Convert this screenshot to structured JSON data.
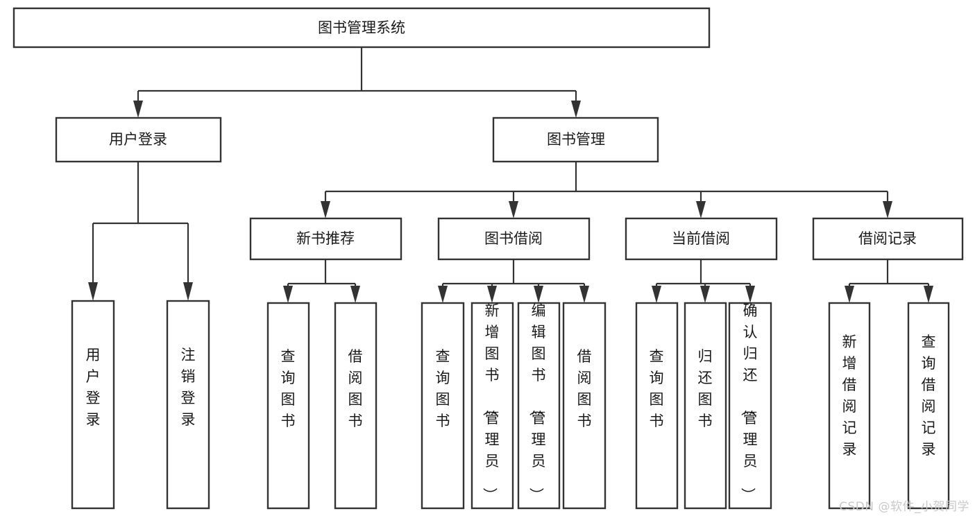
{
  "diagram": {
    "type": "tree",
    "title": "图书管理系统",
    "watermark": "CSDN @软件_小贺同学",
    "colors": {
      "stroke": "#333333",
      "fill": "#ffffff",
      "text": "#1a1a1a",
      "watermark": "#c9c9c9",
      "background": "#ffffff"
    },
    "nodes": {
      "root": {
        "label": "图书管理系统"
      },
      "level2": [
        {
          "id": "user-login",
          "label": "用户登录"
        },
        {
          "id": "book-manage",
          "label": "图书管理"
        }
      ],
      "level3": [
        {
          "id": "new-book-recommend",
          "label": "新书推荐"
        },
        {
          "id": "book-borrow",
          "label": "图书借阅"
        },
        {
          "id": "current-borrow",
          "label": "当前借阅"
        },
        {
          "id": "borrow-record",
          "label": "借阅记录"
        }
      ],
      "leaves": {
        "user_login": [
          {
            "id": "leaf-user-login",
            "label": "用户登录"
          },
          {
            "id": "leaf-logout-login",
            "label": "注销登录"
          }
        ],
        "new_book_recommend": [
          {
            "id": "leaf-query-book-1",
            "label": "查询图书"
          },
          {
            "id": "leaf-borrow-book-1",
            "label": "借阅图书"
          }
        ],
        "book_borrow": [
          {
            "id": "leaf-query-book-2",
            "label": "查询图书"
          },
          {
            "id": "leaf-add-book",
            "label": "新增图书（管理员）"
          },
          {
            "id": "leaf-edit-book",
            "label": "编辑图书（管理员）"
          },
          {
            "id": "leaf-borrow-book-2",
            "label": "借阅图书"
          }
        ],
        "current_borrow": [
          {
            "id": "leaf-query-book-3",
            "label": "查询图书"
          },
          {
            "id": "leaf-return-book",
            "label": "归还图书"
          },
          {
            "id": "leaf-confirm-return",
            "label": "确认归还（管理员）"
          }
        ],
        "borrow_record": [
          {
            "id": "leaf-add-record",
            "label": "新增借阅记录"
          },
          {
            "id": "leaf-query-record",
            "label": "查询借阅记录"
          }
        ]
      }
    },
    "edges": [
      {
        "from": "图书管理系统",
        "to": "用户登录"
      },
      {
        "from": "图书管理系统",
        "to": "图书管理"
      },
      {
        "from": "图书管理",
        "to": "新书推荐"
      },
      {
        "from": "图书管理",
        "to": "图书借阅"
      },
      {
        "from": "图书管理",
        "to": "当前借阅"
      },
      {
        "from": "图书管理",
        "to": "借阅记录"
      },
      {
        "from": "用户登录",
        "to": "用户登录"
      },
      {
        "from": "用户登录",
        "to": "注销登录"
      },
      {
        "from": "新书推荐",
        "to": "查询图书"
      },
      {
        "from": "新书推荐",
        "to": "借阅图书"
      },
      {
        "from": "图书借阅",
        "to": "查询图书"
      },
      {
        "from": "图书借阅",
        "to": "新增图书（管理员）"
      },
      {
        "from": "图书借阅",
        "to": "编辑图书（管理员）"
      },
      {
        "from": "图书借阅",
        "to": "借阅图书"
      },
      {
        "from": "当前借阅",
        "to": "查询图书"
      },
      {
        "from": "当前借阅",
        "to": "归还图书"
      },
      {
        "from": "当前借阅",
        "to": "确认归还（管理员）"
      },
      {
        "from": "借阅记录",
        "to": "新增借阅记录"
      },
      {
        "from": "借阅记录",
        "to": "查询借阅记录"
      }
    ]
  }
}
